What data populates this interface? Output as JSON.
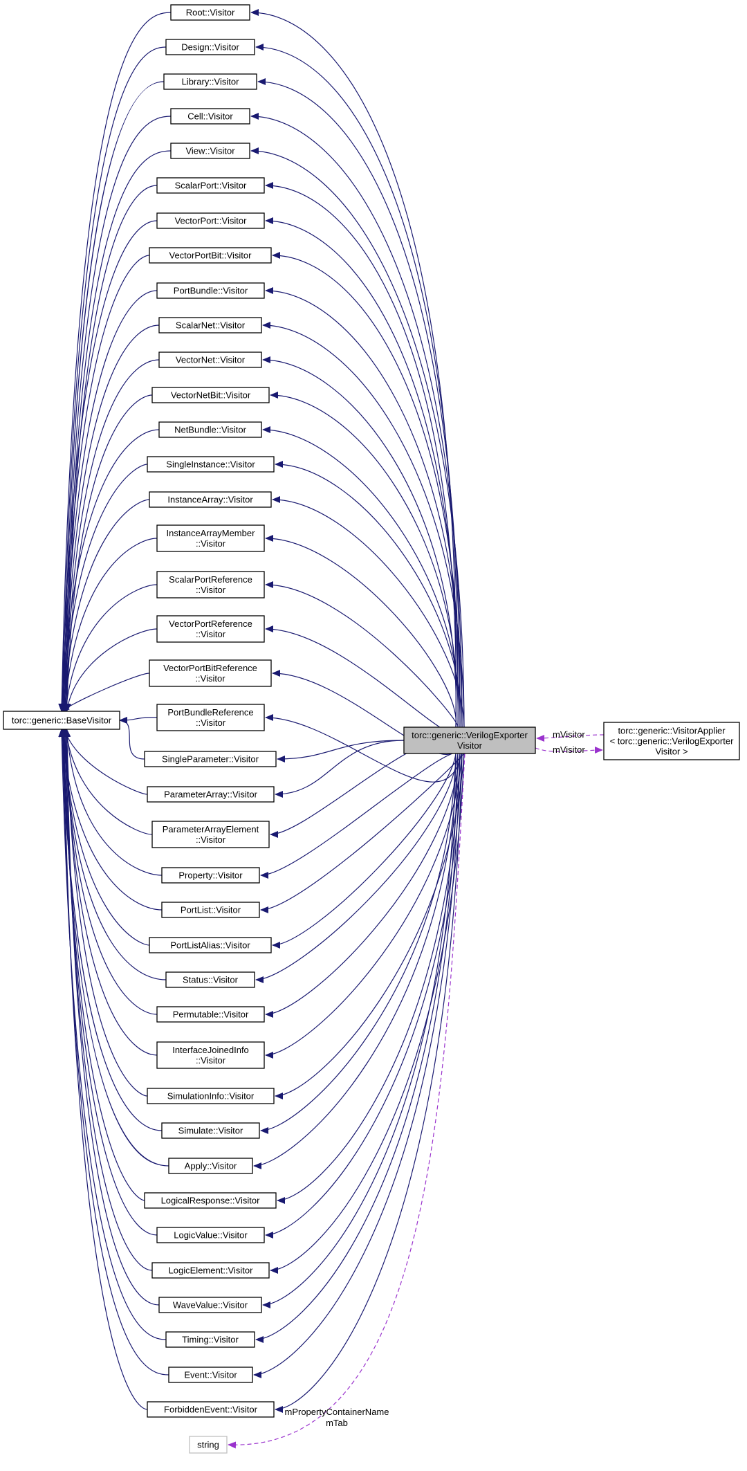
{
  "base": {
    "label": "torc::generic::BaseVisitor"
  },
  "main": {
    "lines": [
      "torc::generic::VerilogExporter",
      "Visitor"
    ]
  },
  "applier": {
    "lines": [
      "torc::generic::VisitorApplier",
      "< torc::generic::VerilogExporter",
      "Visitor >"
    ]
  },
  "string_node": {
    "label": "string"
  },
  "edge_labels": {
    "m_visitor_top": "mVisitor",
    "m_visitor_bottom": "mVisitor",
    "m_property_container_name": "mPropertyContainerName",
    "m_tab": "mTab"
  },
  "visitors": [
    {
      "lines": [
        "Root::Visitor"
      ]
    },
    {
      "lines": [
        "Design::Visitor"
      ]
    },
    {
      "lines": [
        "Library::Visitor"
      ]
    },
    {
      "lines": [
        "Cell::Visitor"
      ]
    },
    {
      "lines": [
        "View::Visitor"
      ]
    },
    {
      "lines": [
        "ScalarPort::Visitor"
      ]
    },
    {
      "lines": [
        "VectorPort::Visitor"
      ]
    },
    {
      "lines": [
        "VectorPortBit::Visitor"
      ]
    },
    {
      "lines": [
        "PortBundle::Visitor"
      ]
    },
    {
      "lines": [
        "ScalarNet::Visitor"
      ]
    },
    {
      "lines": [
        "VectorNet::Visitor"
      ]
    },
    {
      "lines": [
        "VectorNetBit::Visitor"
      ]
    },
    {
      "lines": [
        "NetBundle::Visitor"
      ]
    },
    {
      "lines": [
        "SingleInstance::Visitor"
      ]
    },
    {
      "lines": [
        "InstanceArray::Visitor"
      ]
    },
    {
      "lines": [
        "InstanceArrayMember",
        "::Visitor"
      ]
    },
    {
      "lines": [
        "ScalarPortReference",
        "::Visitor"
      ]
    },
    {
      "lines": [
        "VectorPortReference",
        "::Visitor"
      ]
    },
    {
      "lines": [
        "VectorPortBitReference",
        "::Visitor"
      ]
    },
    {
      "lines": [
        "PortBundleReference",
        "::Visitor"
      ]
    },
    {
      "lines": [
        "SingleParameter::Visitor"
      ]
    },
    {
      "lines": [
        "ParameterArray::Visitor"
      ]
    },
    {
      "lines": [
        "ParameterArrayElement",
        "::Visitor"
      ]
    },
    {
      "lines": [
        "Property::Visitor"
      ]
    },
    {
      "lines": [
        "PortList::Visitor"
      ]
    },
    {
      "lines": [
        "PortListAlias::Visitor"
      ]
    },
    {
      "lines": [
        "Status::Visitor"
      ]
    },
    {
      "lines": [
        "Permutable::Visitor"
      ]
    },
    {
      "lines": [
        "InterfaceJoinedInfo",
        "::Visitor"
      ]
    },
    {
      "lines": [
        "SimulationInfo::Visitor"
      ]
    },
    {
      "lines": [
        "Simulate::Visitor"
      ]
    },
    {
      "lines": [
        "Apply::Visitor"
      ]
    },
    {
      "lines": [
        "LogicalResponse::Visitor"
      ]
    },
    {
      "lines": [
        "LogicValue::Visitor"
      ]
    },
    {
      "lines": [
        "LogicElement::Visitor"
      ]
    },
    {
      "lines": [
        "WaveValue::Visitor"
      ]
    },
    {
      "lines": [
        "Timing::Visitor"
      ]
    },
    {
      "lines": [
        "Event::Visitor"
      ]
    },
    {
      "lines": [
        "ForbiddenEvent::Visitor"
      ]
    }
  ],
  "colors": {
    "inheritance_edge": "#191970",
    "usage_edge": "#9a32cd",
    "highlight_fill": "#bfbfbf",
    "node_border": "#000000",
    "string_border": "#bfbfbf"
  }
}
